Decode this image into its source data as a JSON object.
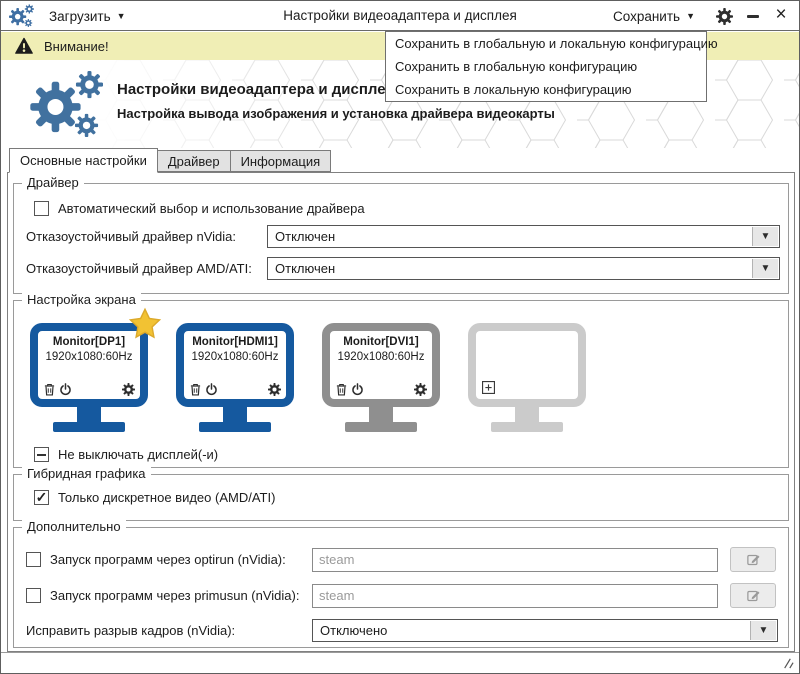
{
  "colors": {
    "accent_blue": "#3f6fa3",
    "monitor_blue": "#15599f",
    "monitor_gray": "#8f8f8f",
    "monitor_empty": "#cbcbcb",
    "warning_bg": "#f0eeb5",
    "star_gold": "#f2c233",
    "tab_inactive_bg": "#e2e2e2"
  },
  "icons": {
    "app_logo": "gears",
    "dropdown_arrow": "▼",
    "settings": "gear",
    "minimize": "horizontal-bar",
    "close": "×",
    "warning": "warning-triangle",
    "check": "✓",
    "monitor_actions": [
      "trash",
      "power",
      "gear"
    ],
    "add_monitor": "plus-box",
    "edit": "pencil",
    "resize_grip": "diagonal-lines"
  },
  "topbar": {
    "load_label": "Загрузить",
    "title": "Настройки видеоадаптера и дисплея",
    "save_label": "Сохранить"
  },
  "warning": {
    "text": "Внимание!"
  },
  "save_menu": {
    "items": [
      "Сохранить в глобальную и локальную конфигурацию",
      "Сохранить в глобальную конфигурацию",
      "Сохранить в локальную конфигурацию"
    ]
  },
  "header": {
    "title": "Настройки видеоадаптера и дисплея",
    "subtitle": "Настройка вывода изображения и установка драйвера видеокарты"
  },
  "tabs": [
    {
      "label": "Основные настройки",
      "active": true
    },
    {
      "label": "Драйвер",
      "active": false
    },
    {
      "label": "Информация",
      "active": false
    }
  ],
  "groups": {
    "driver": {
      "title": "Драйвер",
      "auto_label": "Автоматический выбор и использование драйвера",
      "auto_checked": false,
      "rows": [
        {
          "label": "Отказоустойчивый драйвер nVidia:",
          "value": "Отключен"
        },
        {
          "label": "Отказоустойчивый драйвер AMD/ATI:",
          "value": "Отключен"
        }
      ]
    },
    "screen": {
      "title": "Настройка экрана",
      "monitors": [
        {
          "name": "Monitor[DP1]",
          "resolution": "1920x1080:60Hz",
          "primary": true,
          "state": "active"
        },
        {
          "name": "Monitor[HDMI1]",
          "resolution": "1920x1080:60Hz",
          "primary": false,
          "state": "active"
        },
        {
          "name": "Monitor[DVI1]",
          "resolution": "1920x1080:60Hz",
          "primary": false,
          "state": "inactive"
        },
        {
          "name": "",
          "resolution": "",
          "primary": false,
          "state": "empty"
        }
      ],
      "keep_on_label": "Не выключать дисплей(-и)",
      "keep_on_state": "indeterminate"
    },
    "hybrid": {
      "title": "Гибридная графика",
      "discrete_label": "Только дискретное видео (AMD/ATI)",
      "discrete_checked": true
    },
    "extra": {
      "title": "Дополнительно",
      "optirun_label": "Запуск программ через optirun (nVidia):",
      "optirun_placeholder": "steam",
      "optirun_checked": false,
      "primusun_label": "Запуск программ через primusun (nVidia):",
      "primusun_placeholder": "steam",
      "primusun_checked": false,
      "tearing_label": "Исправить разрыв кадров (nVidia):",
      "tearing_value": "Отключено"
    }
  }
}
